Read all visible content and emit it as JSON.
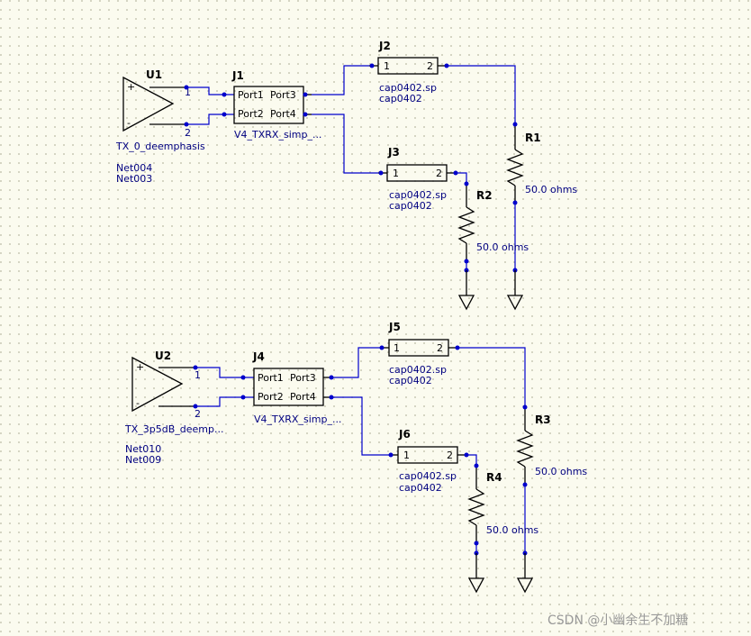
{
  "watermark": "CSDN @小幽余生不加糖",
  "circuit1": {
    "driver": {
      "ref": "U1",
      "name": "TX_0_deemphasis",
      "pin1": "1",
      "pin2": "2",
      "plus": "+",
      "minus": "-",
      "nets": [
        "Net004",
        "Net003"
      ]
    },
    "channel": {
      "ref": "J1",
      "p1": "Port1",
      "p2": "Port2",
      "p3": "Port3",
      "p4": "Port4",
      "name": "V4_TXRX_simp_..."
    },
    "cap_a": {
      "ref": "J2",
      "pin1": "1",
      "pin2": "2",
      "model": "cap0402.sp",
      "name": "cap0402"
    },
    "cap_b": {
      "ref": "J3",
      "pin1": "1",
      "pin2": "2",
      "model": "cap0402.sp",
      "name": "cap0402"
    },
    "res_a": {
      "ref": "R1",
      "value": "50.0 ohms"
    },
    "res_b": {
      "ref": "R2",
      "value": "50.0 ohms"
    }
  },
  "circuit2": {
    "driver": {
      "ref": "U2",
      "name": "TX_3p5dB_deemp...",
      "pin1": "1",
      "pin2": "2",
      "plus": "+",
      "minus": "-",
      "nets": [
        "Net010",
        "Net009"
      ]
    },
    "channel": {
      "ref": "J4",
      "p1": "Port1",
      "p2": "Port2",
      "p3": "Port3",
      "p4": "Port4",
      "name": "V4_TXRX_simp_..."
    },
    "cap_a": {
      "ref": "J5",
      "pin1": "1",
      "pin2": "2",
      "model": "cap0402.sp",
      "name": "cap0402"
    },
    "cap_b": {
      "ref": "J6",
      "pin1": "1",
      "pin2": "2",
      "model": "cap0402.sp",
      "name": "cap0402"
    },
    "res_a": {
      "ref": "R3",
      "value": "50.0 ohms"
    },
    "res_b": {
      "ref": "R4",
      "value": "50.0 ohms"
    }
  }
}
